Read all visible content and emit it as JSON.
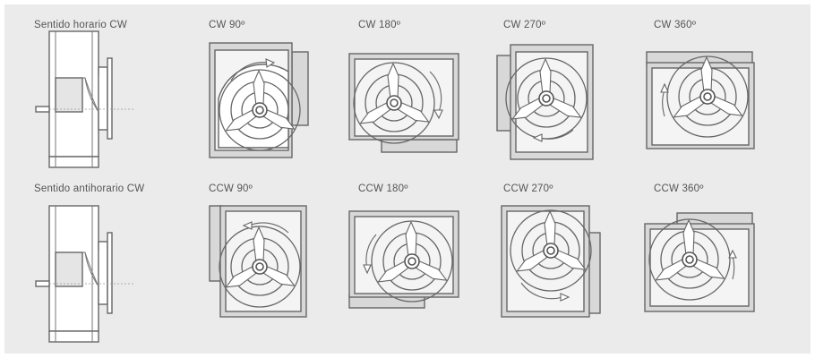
{
  "rows": [
    {
      "title": "Sentido horario CW",
      "orientations": [
        "CW 90º",
        "CW 180º",
        "CW 270º",
        "CW 360º"
      ]
    },
    {
      "title": "Sentido antihorario CW",
      "orientations": [
        "CCW 90º",
        "CCW 180º",
        "CCW 270º",
        "CCW 360º"
      ]
    }
  ],
  "icons": [
    "fan-side-view-icon",
    "fan-rotation-diagram-icon",
    "rotation-arrow-icon"
  ],
  "colors": {
    "background": "#ebebeb",
    "line": "#666666",
    "fill": "#d8d8d8"
  }
}
